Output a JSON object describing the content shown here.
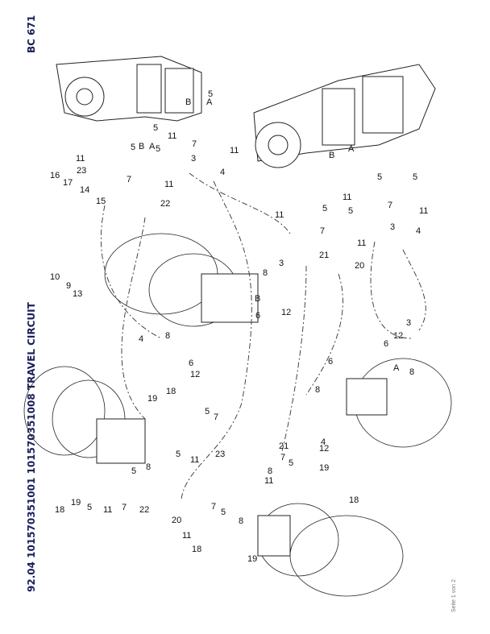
{
  "header": {
    "model": "BC 671"
  },
  "footer": {
    "title": "92.04 101570351001 101570351008 TRAVEL CIRCUIT",
    "page": "Seite 1 von 2"
  },
  "diagram": {
    "callouts": [
      {
        "id": "c1",
        "label": "5"
      },
      {
        "id": "c2",
        "label": "5"
      },
      {
        "id": "c3",
        "label": "11"
      },
      {
        "id": "c4",
        "label": "7"
      },
      {
        "id": "c5",
        "label": "11"
      },
      {
        "id": "c6",
        "label": "3"
      },
      {
        "id": "c7",
        "label": "4"
      },
      {
        "id": "c8",
        "label": "11"
      },
      {
        "id": "c9",
        "label": "5"
      },
      {
        "id": "c10",
        "label": "5"
      },
      {
        "id": "c11",
        "label": "23"
      },
      {
        "id": "c12",
        "label": "7"
      },
      {
        "id": "c13",
        "label": "11"
      },
      {
        "id": "c14",
        "label": "22"
      },
      {
        "id": "c15",
        "label": "16"
      },
      {
        "id": "c16",
        "label": "17"
      },
      {
        "id": "c17",
        "label": "14"
      },
      {
        "id": "c18",
        "label": "15"
      },
      {
        "id": "c19",
        "label": "10"
      },
      {
        "id": "c20",
        "label": "9"
      },
      {
        "id": "c21",
        "label": "13"
      },
      {
        "id": "c22",
        "label": "5"
      },
      {
        "id": "c23",
        "label": "5"
      },
      {
        "id": "c24",
        "label": "5"
      },
      {
        "id": "c25",
        "label": "5"
      },
      {
        "id": "c26",
        "label": "11"
      },
      {
        "id": "c27",
        "label": "7"
      },
      {
        "id": "c28",
        "label": "11"
      },
      {
        "id": "c29",
        "label": "11"
      },
      {
        "id": "c30",
        "label": "7"
      },
      {
        "id": "c31",
        "label": "11"
      },
      {
        "id": "c32",
        "label": "3"
      },
      {
        "id": "c33",
        "label": "4"
      },
      {
        "id": "c34",
        "label": "3"
      },
      {
        "id": "c35",
        "label": "21"
      },
      {
        "id": "c36",
        "label": "20"
      },
      {
        "id": "c37",
        "label": "8"
      },
      {
        "id": "c38",
        "label": "6"
      },
      {
        "id": "c39",
        "label": "12"
      },
      {
        "id": "c40",
        "label": "4"
      },
      {
        "id": "c41",
        "label": "8"
      },
      {
        "id": "c42",
        "label": "6"
      },
      {
        "id": "c43",
        "label": "12"
      },
      {
        "id": "c44",
        "label": "3"
      },
      {
        "id": "c45",
        "label": "12"
      },
      {
        "id": "c46",
        "label": "6"
      },
      {
        "id": "c47",
        "label": "8"
      },
      {
        "id": "c48",
        "label": "6"
      },
      {
        "id": "c49",
        "label": "8"
      },
      {
        "id": "c50",
        "label": "4"
      },
      {
        "id": "c51",
        "label": "12"
      },
      {
        "id": "c52",
        "label": "19"
      },
      {
        "id": "c53",
        "label": "18"
      },
      {
        "id": "c54",
        "label": "5"
      },
      {
        "id": "c55",
        "label": "7"
      },
      {
        "id": "c56",
        "label": "5"
      },
      {
        "id": "c57",
        "label": "11"
      },
      {
        "id": "c58",
        "label": "23"
      },
      {
        "id": "c59",
        "label": "8"
      },
      {
        "id": "c60",
        "label": "5"
      },
      {
        "id": "c61",
        "label": "18"
      },
      {
        "id": "c62",
        "label": "19"
      },
      {
        "id": "c63",
        "label": "5"
      },
      {
        "id": "c64",
        "label": "11"
      },
      {
        "id": "c65",
        "label": "7"
      },
      {
        "id": "c66",
        "label": "22"
      },
      {
        "id": "c67",
        "label": "21"
      },
      {
        "id": "c68",
        "label": "7"
      },
      {
        "id": "c69",
        "label": "5"
      },
      {
        "id": "c70",
        "label": "19"
      },
      {
        "id": "c71",
        "label": "8"
      },
      {
        "id": "c72",
        "label": "11"
      },
      {
        "id": "c73",
        "label": "18"
      },
      {
        "id": "c74",
        "label": "20"
      },
      {
        "id": "c75",
        "label": "7"
      },
      {
        "id": "c76",
        "label": "5"
      },
      {
        "id": "c77",
        "label": "8"
      },
      {
        "id": "c78",
        "label": "11"
      },
      {
        "id": "c79",
        "label": "18"
      },
      {
        "id": "c80",
        "label": "19"
      }
    ],
    "port_markers": [
      {
        "id": "p1",
        "label": "B"
      },
      {
        "id": "p2",
        "label": "A"
      },
      {
        "id": "p3",
        "label": "B"
      },
      {
        "id": "p4",
        "label": "A"
      },
      {
        "id": "p5",
        "label": "B"
      },
      {
        "id": "p6",
        "label": "A"
      },
      {
        "id": "p7",
        "label": "B"
      },
      {
        "id": "p8",
        "label": "A"
      }
    ]
  }
}
